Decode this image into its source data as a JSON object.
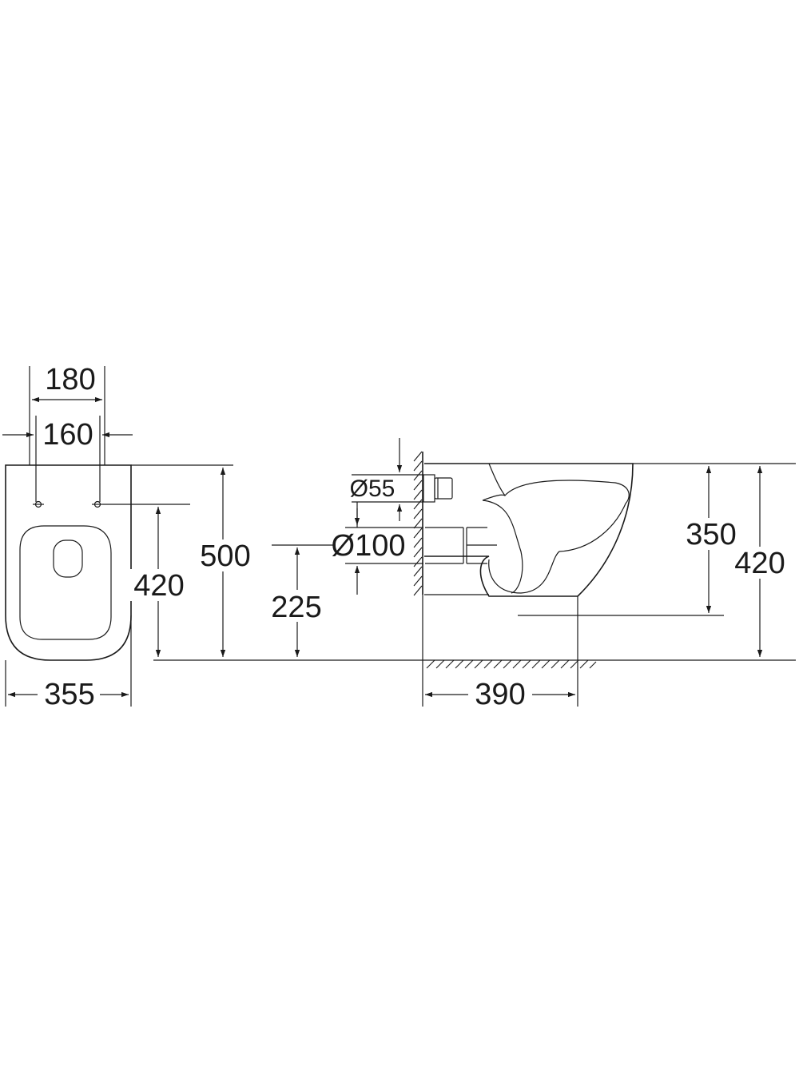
{
  "colors": {
    "line": "#1a1a1a",
    "background": "#ffffff"
  },
  "top_view": {
    "dim_180": "180",
    "dim_160": "160",
    "dim_420": "420",
    "dim_500": "500",
    "dim_355": "355"
  },
  "side_view": {
    "dim_55": "Ø55",
    "dim_100": "Ø100",
    "dim_225": "225",
    "dim_350": "350",
    "dim_420": "420",
    "dim_390": "390"
  }
}
